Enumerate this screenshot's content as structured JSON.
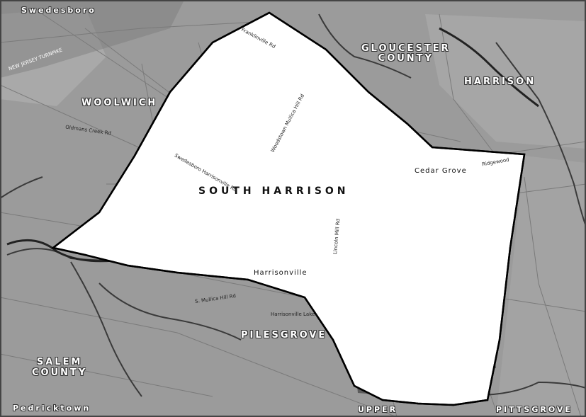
{
  "map": {
    "labels": {
      "swedesboro": "Swedesboro",
      "gloucester_county": "GLOUCESTER\nCOUNTY",
      "harrison": "HARRISON",
      "woolwich": "WOOLWICH",
      "south_harrison": "SOUTH HARRISON",
      "cedar_grove": "Cedar Grove",
      "harrisonville": "Harrisonville",
      "pilesgrove": "PILESGROVE",
      "salem_county": "SALEM\nCOUNTY",
      "pedricktown": "Pedricktown",
      "upper": "UPPER",
      "pittsgrove": "PITTSGROVE"
    },
    "roads": {
      "franklinville_rd": "Franklinville Rd",
      "swedesboro_harrisonville_rd": "Swedesboro Harrisonville Rd",
      "woodstown_mullica_hill_rd": "Woodstown Mullica Hill Rd",
      "s_mullica_hill_rd": "S. Mullica Hill Rd",
      "lincoln_mill_rd": "Lincoln Mill Rd",
      "oldmans_creek_rd": "Oldmans Creek Rd",
      "harrisonville_lake": "Harrisonville Lake",
      "ridgewood": "Ridgewood",
      "new_jersey_turnpike": "NEW JERSEY TURNPIKE"
    },
    "colors": {
      "background": "#9a9a9a",
      "township_fill": "#ffffff",
      "boundary": "#000000",
      "water": "#333333",
      "patches": "#5a5a5a"
    }
  }
}
